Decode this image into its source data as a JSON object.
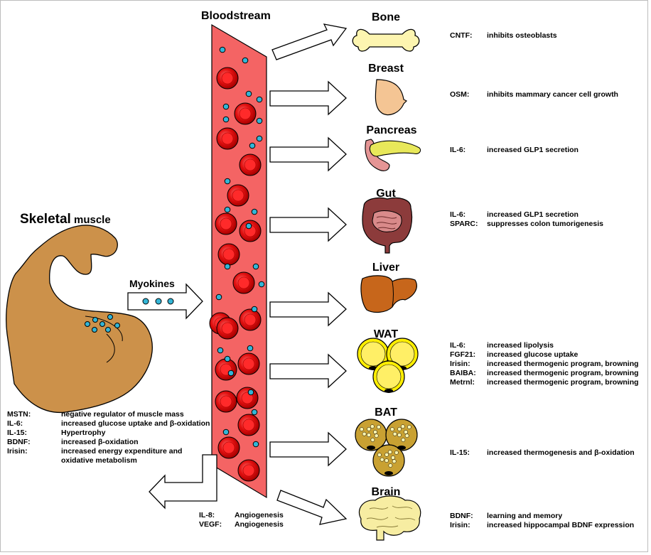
{
  "title_bloodstream": "Bloodstream",
  "muscle": {
    "title_bold": "Skeletal",
    "title_rest": " muscle",
    "myokines_label": "Myokines"
  },
  "muscle_effects": [
    {
      "key": "MSTN:",
      "value": "negative regulator of muscle mass"
    },
    {
      "key": "IL-6:",
      "value": "increased glucose uptake and β-oxidation"
    },
    {
      "key": "IL-15:",
      "value": "Hypertrophy"
    },
    {
      "key": "BDNF:",
      "value": "increased β-oxidation"
    },
    {
      "key": "Irisin:",
      "value": "increased energy expenditure and"
    },
    {
      "key": "",
      "value": "oxidative metabolism"
    }
  ],
  "blood_effects": [
    {
      "key": "IL-8:",
      "value": "Angiogenesis"
    },
    {
      "key": "VEGF:",
      "value": "Angiogenesis"
    }
  ],
  "organs": [
    {
      "name": "Bone",
      "effects": [
        {
          "key": "CNTF:",
          "value": "inhibits osteoblasts"
        }
      ]
    },
    {
      "name": "Breast",
      "effects": [
        {
          "key": "OSM:",
          "value": "inhibits mammary cancer cell growth"
        }
      ]
    },
    {
      "name": "Pancreas",
      "effects": [
        {
          "key": "IL-6:",
          "value": "increased GLP1 secretion"
        }
      ]
    },
    {
      "name": "Gut",
      "effects": [
        {
          "key": "IL-6:",
          "value": "increased GLP1 secretion"
        },
        {
          "key": "SPARC:",
          "value": "suppresses colon tumorigenesis"
        }
      ]
    },
    {
      "name": "Liver",
      "effects": []
    },
    {
      "name": "WAT",
      "effects": [
        {
          "key": "IL-6:",
          "value": "increased lipolysis"
        },
        {
          "key": "FGF21:",
          "value": "increased glucose uptake"
        },
        {
          "key": "Irisin:",
          "value": "increased thermogenic program, browning"
        },
        {
          "key": "BAIBA:",
          "value": "increased thermogenic program, browning"
        },
        {
          "key": "Metrnl:",
          "value": "increased thermogenic program, browning"
        }
      ]
    },
    {
      "name": "BAT",
      "effects": [
        {
          "key": "IL-15:",
          "value": "increased thermogenesis and β-oxidation"
        }
      ]
    },
    {
      "name": "Brain",
      "effects": [
        {
          "key": "BDNF:",
          "value": "learning and memory"
        },
        {
          "key": "Irisin:",
          "value": "increased hippocampal BDNF expression"
        }
      ]
    }
  ],
  "colors": {
    "blood": "#f46464",
    "rbc": "#dd1111",
    "myokine": "#33b5d6",
    "arm": "#cc914a",
    "bone": "#fdf5b0",
    "breast": "#f4c594",
    "pancreas": "#e8e85a",
    "gut": "#8c3b3b",
    "liver": "#c7661b",
    "wat": "#ffee00",
    "bat": "#c9a132",
    "brain": "#f7eda2"
  }
}
